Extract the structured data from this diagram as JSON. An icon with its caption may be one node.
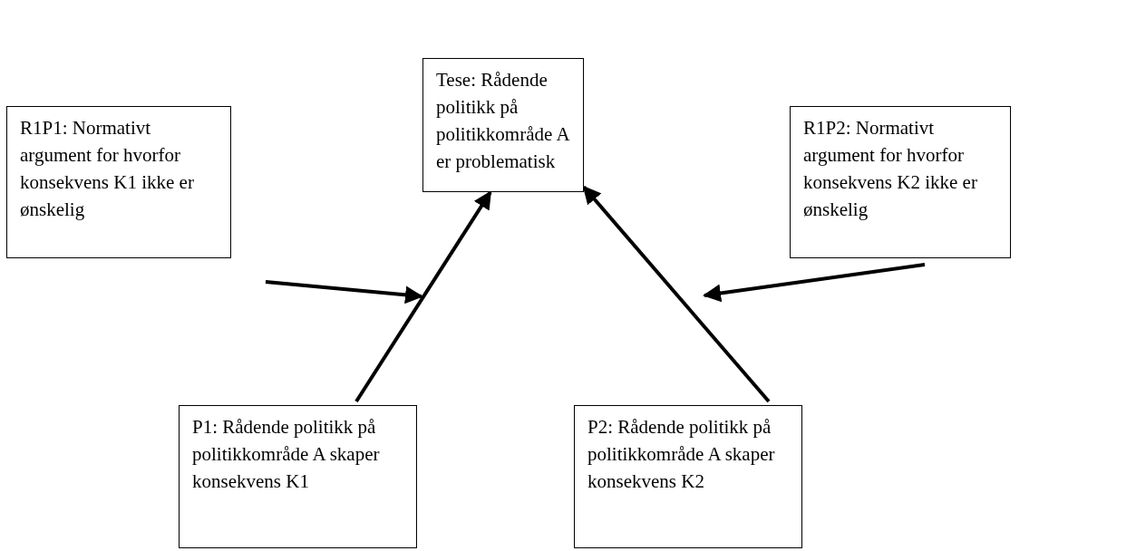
{
  "diagram": {
    "nodes": [
      {
        "text": [
          "Tese: Rådende politikk på politikkområde A er problematisk"
        ]
      },
      {
        "text": [
          "R1P1: Normativt argument for hvorfor konsekvens K1 ikke er ønskelig"
        ]
      },
      {
        "text": [
          "R1P2: Normativt argument for hvorfor konsekvens K2 ikke er ønskelig"
        ]
      },
      {
        "text": [
          "P1: Rådende politikk på politikkområde A skaper konsekvens K1"
        ]
      },
      {
        "text": [
          "P2: Rådende politikk på politikkområde A skaper konsekvens K2"
        ]
      }
    ],
    "edges": [
      {
        "from": 3,
        "to": 0,
        "arrow": "to"
      },
      {
        "from": 4,
        "to": 0,
        "arrow": "to"
      },
      {
        "from": 1,
        "to": null,
        "arrow": "to"
      },
      {
        "from": 2,
        "to": null,
        "arrow": "to"
      }
    ]
  }
}
